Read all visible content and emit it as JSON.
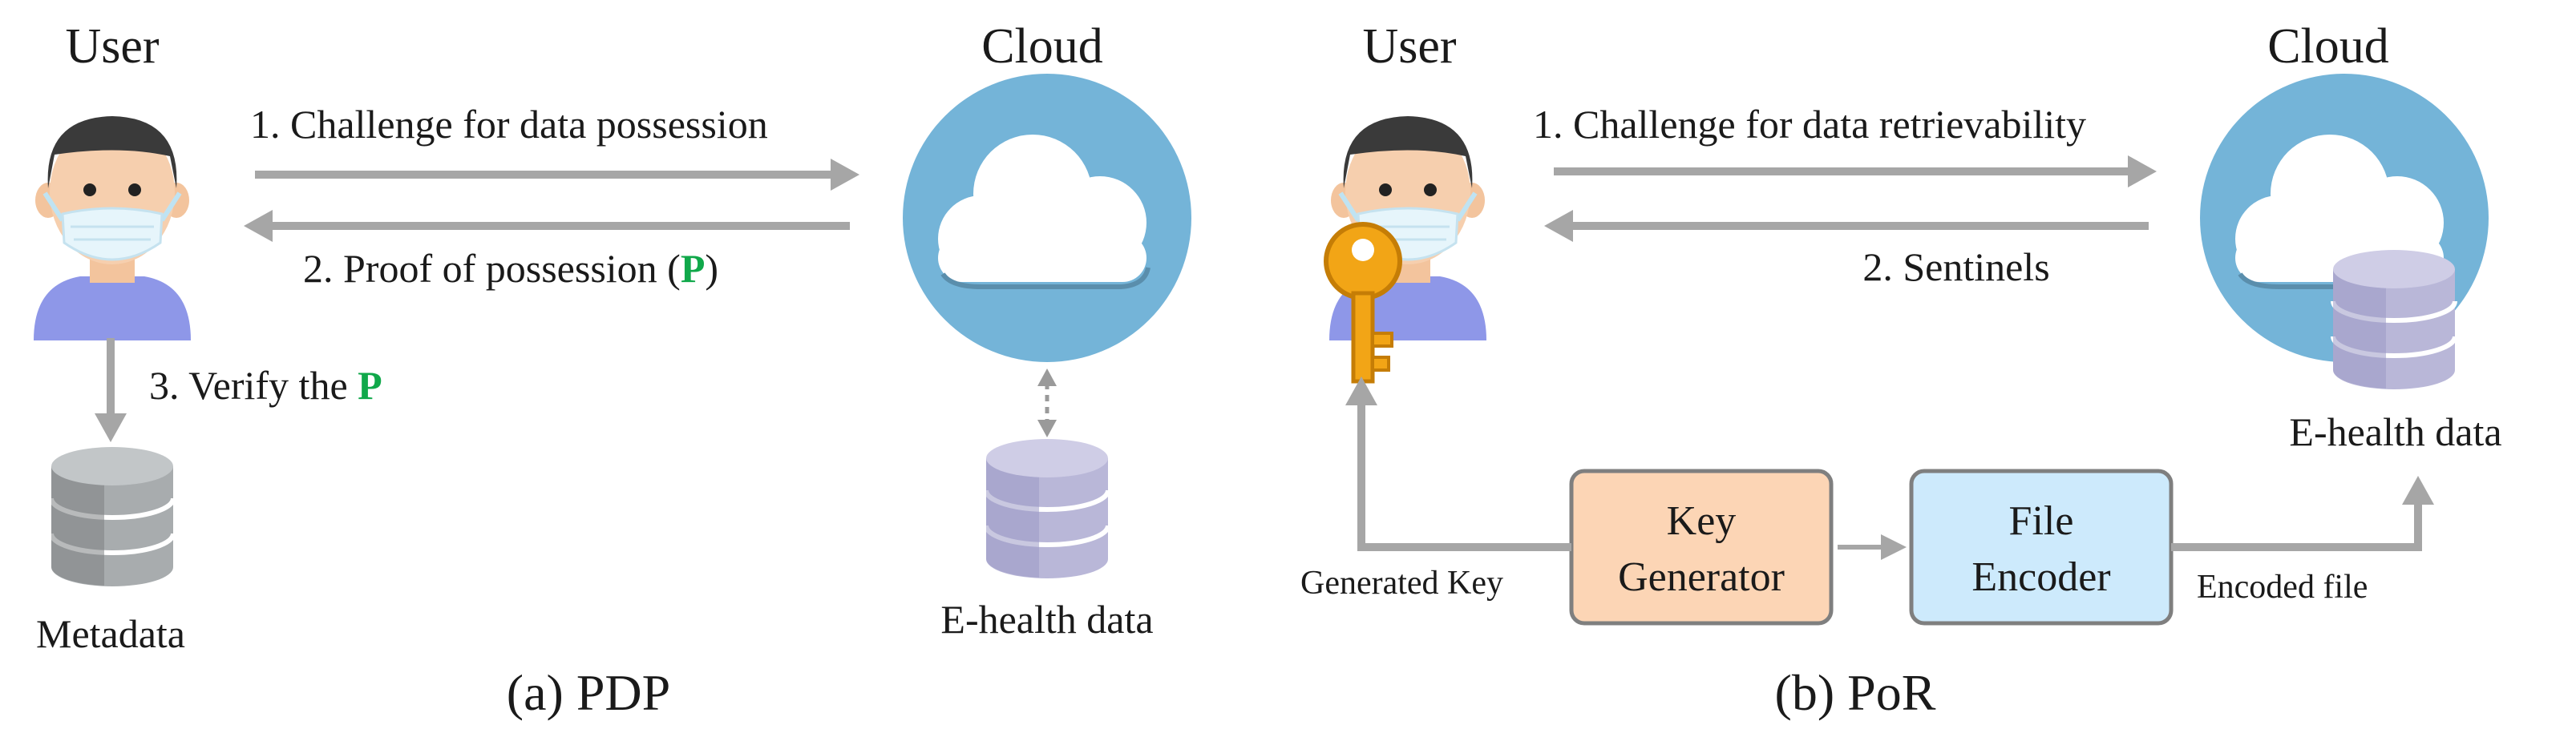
{
  "pdp": {
    "user_label": "User",
    "cloud_label": "Cloud",
    "step1": "1. Challenge for data possession",
    "step2_prefix": "2. Proof of possession (",
    "step2_highlight": "P",
    "step2_suffix": ")",
    "step3_prefix": "3. Verify the ",
    "step3_highlight": "P",
    "metadata_label": "Metadata",
    "ehealth_label": "E-health data",
    "caption": "(a) PDP"
  },
  "por": {
    "user_label": "User",
    "cloud_label": "Cloud",
    "step1": "1. Challenge for data retrievability",
    "step2": "2. Sentinels",
    "ehealth_label": "E-health data",
    "key_generator_line1": "Key",
    "key_generator_line2": "Generator",
    "file_encoder_line1": "File",
    "file_encoder_line2": "Encoder",
    "generated_key_label": "Generated Key",
    "encoded_file_label": "Encoded file",
    "caption": "(b) PoR"
  },
  "colors": {
    "highlight": "#10a84a",
    "arrow": "#a6a6a6",
    "cloud_circle": "#74b4d8",
    "key_box_fill": "#fcd5b5",
    "encoder_box_fill": "#cdeafc",
    "database": "#b9b7d8",
    "metadata_db": "#9ea3a5",
    "key_gold": "#f2a516"
  }
}
